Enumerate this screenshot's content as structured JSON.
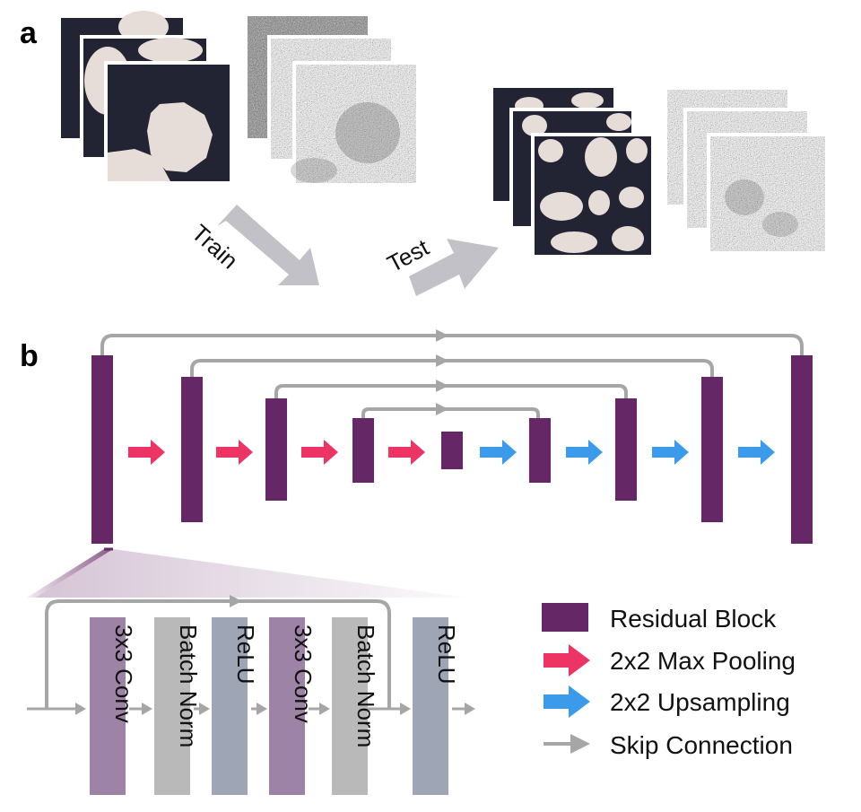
{
  "panel_labels": {
    "a": "a",
    "b": "b"
  },
  "arrows": {
    "train": "Train",
    "test": "Test"
  },
  "residual_block_layers": [
    {
      "label": "3x3 Conv",
      "kind": "conv"
    },
    {
      "label": "Batch Norm",
      "kind": "norm"
    },
    {
      "label": "ReLU",
      "kind": "relu"
    },
    {
      "label": "3x3 Conv",
      "kind": "conv"
    },
    {
      "label": "Batch Norm",
      "kind": "norm"
    },
    {
      "label": "ReLU",
      "kind": "relu"
    }
  ],
  "legend": [
    {
      "label": "Residual Block",
      "symbol": "block"
    },
    {
      "label": "2x2 Max Pooling",
      "symbol": "pool-arrow"
    },
    {
      "label": "2x2 Upsampling",
      "symbol": "up-arrow"
    },
    {
      "label": "Skip Connection",
      "symbol": "skip-arrow"
    }
  ],
  "colors": {
    "block": "#662766",
    "pool": "#ee3465",
    "up": "#3b9ae9",
    "skip": "#a6a6a6",
    "conv": "#9d84a6",
    "norm": "#b9b9b9",
    "relu": "#9ea6b5",
    "mask_dark": "#232433",
    "mask_light": "#e6dcd8",
    "big_arrow": "#c3c1c8"
  }
}
